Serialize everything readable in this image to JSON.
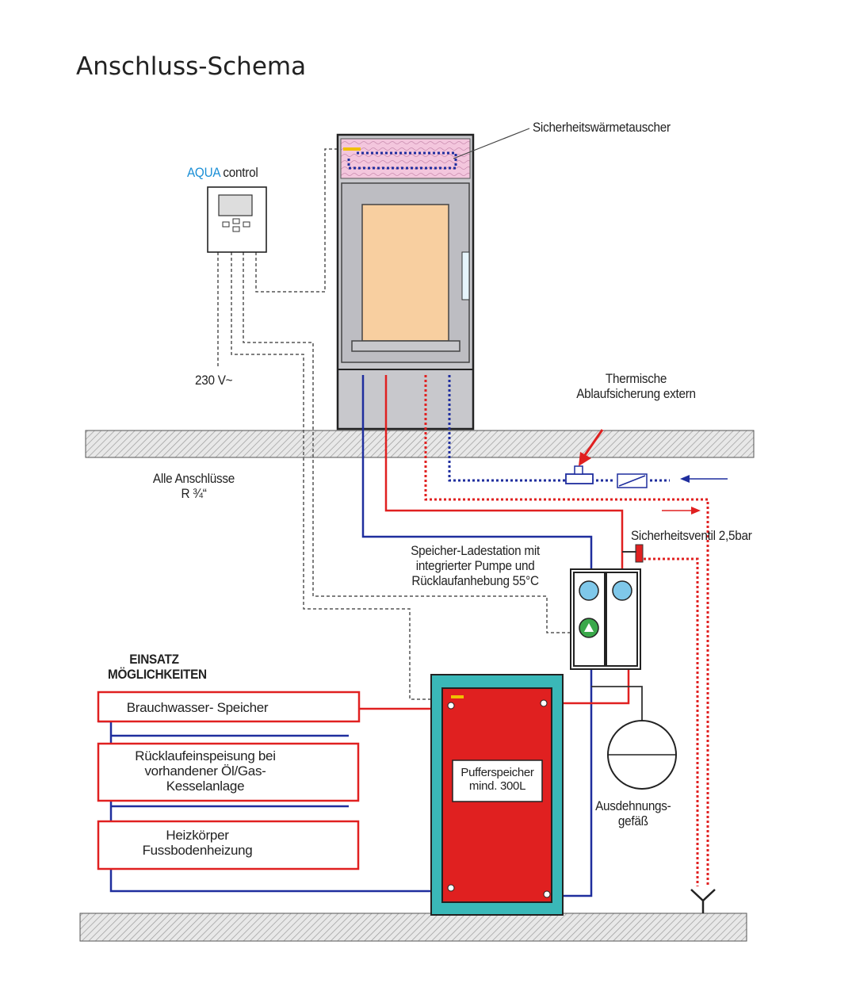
{
  "title": "Anschluss-Schema",
  "labels": {
    "aqua_brand": "AQUA",
    "aqua_control": " control",
    "voltage": "230 V~",
    "heat_exchanger": "Sicherheitswärmetauscher",
    "thermal_valve": [
      "Thermische",
      "Ablaufsicherung extern"
    ],
    "connections": [
      "Alle Anschlüsse",
      "R ¾“"
    ],
    "safety_valve": "Sicherheitsventil 2,5bar",
    "charging_station": [
      "Speicher-Ladestation mit",
      "integrierter Pumpe und",
      "Rücklaufanhebung 55°C"
    ],
    "uses_heading": [
      "EINSATZ",
      "MÖGLICHKEITEN"
    ],
    "use_1": "Brauchwasser- Speicher",
    "use_2": [
      "Rücklaufeinspeisung bei",
      "vorhandener Öl/Gas-",
      "Kesselanlage"
    ],
    "use_3": [
      "Heizkörper",
      "Fussbodenheizung"
    ],
    "buffer_tank": [
      "Pufferspeicher",
      "mind. 300L"
    ],
    "expansion_vessel": [
      "Ausdehnungs-",
      "gefäß"
    ]
  },
  "colors": {
    "aqua": "#1b8fd6",
    "supply_red": "#e02020",
    "return_blue": "#1f2e9e",
    "tank_teal": "#3ab8b8",
    "firebox": "#f8cfa0",
    "stove_grey": "#c8c8cc",
    "exchanger_pink": "#f3c6dd"
  }
}
